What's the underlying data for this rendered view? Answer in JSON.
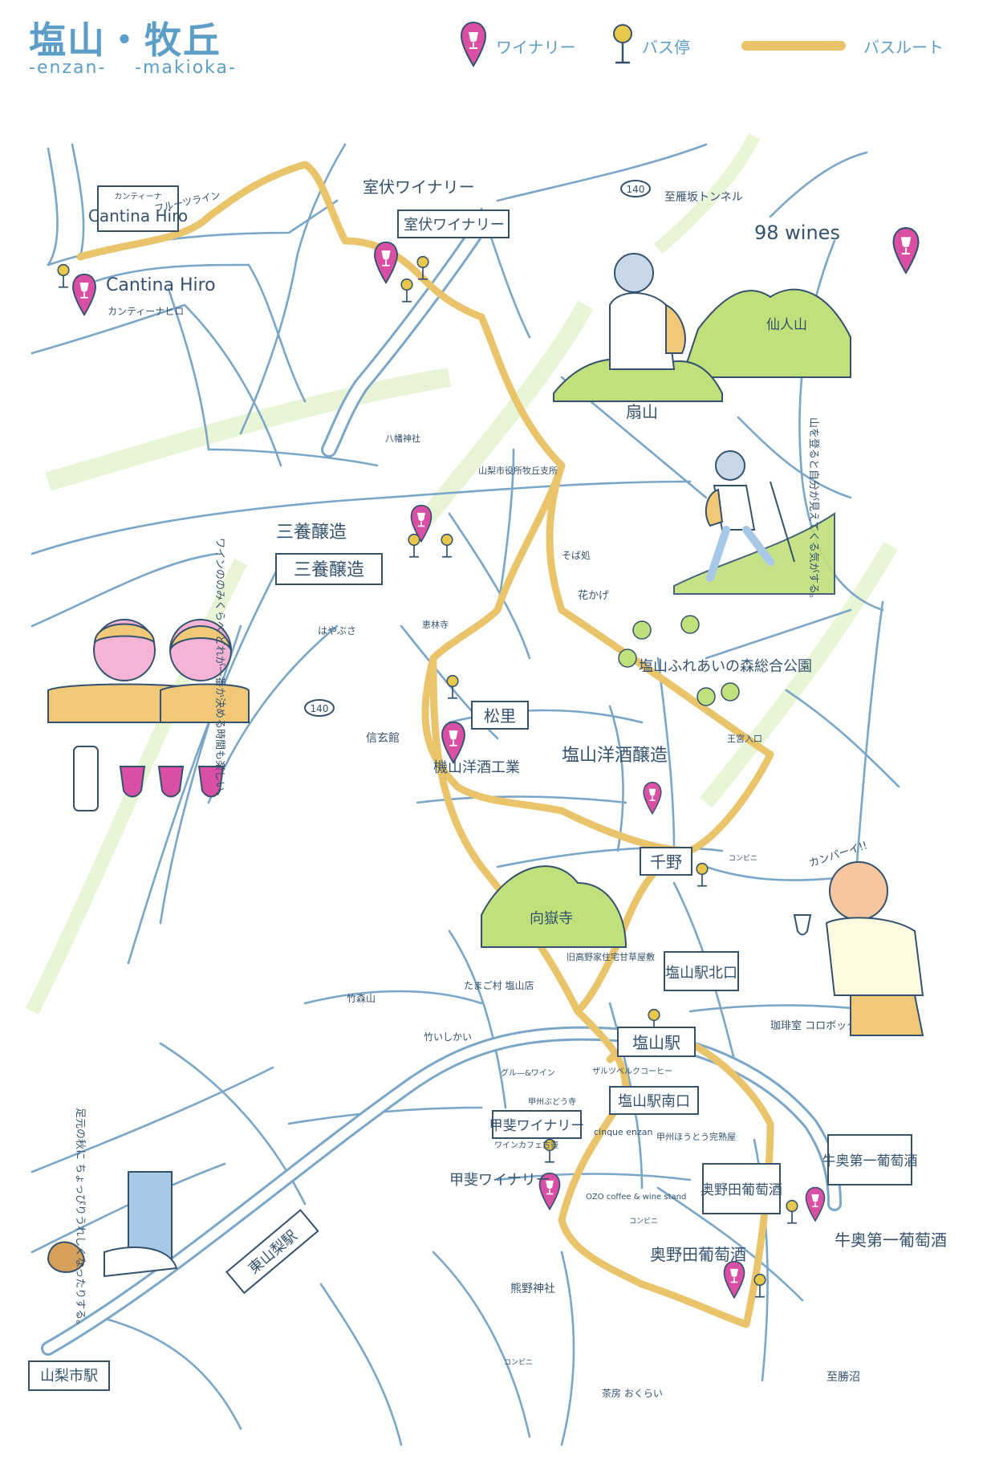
{
  "title": "塩山・牧丘",
  "subtitle_left": "-enzan-",
  "subtitle_right": "-makioka-",
  "legend": {
    "winery": "ワイナリー",
    "bus_stop": "バス停",
    "bus_route": "バスルート"
  },
  "colors": {
    "winery_pin": "#d94fa3",
    "bus_stop": "#e8c84a",
    "bus_route": "#e9c46a",
    "road": "#7aa6c8",
    "text": "#34526e",
    "green": "#bfe07a"
  },
  "wineries": {
    "cantina_hiro_name": "Cantina Hiro",
    "cantina_hiro_kana": "カンティーナヒロ",
    "cantina_hiro_stop_kana": "カンティーナ",
    "cantina_hiro_stop": "Cantina Hiro",
    "murofushi": "室伏ワイナリー",
    "murofushi_stop": "室伏ワイナリー",
    "wines98": "98 wines",
    "sanyo": "三養醸造",
    "sanyo_stop": "三養醸造",
    "yokoyama": "機山洋酒工業",
    "enzan_yoshu": "塩山洋酒醸造",
    "kai": "甲斐ワイナリー",
    "kai_stop": "甲斐ワイナリー",
    "okunoda": "奥野田葡萄酒",
    "okunoda_stop": "奥野田葡萄酒",
    "ushioku": "牛奥第一葡萄酒",
    "ushioku_stop": "牛奥第一葡萄酒"
  },
  "bus_stops": {
    "matsuzato": "松里",
    "chino": "千野",
    "enzan_north": "塩山駅北口",
    "enzan_south": "塩山駅南口"
  },
  "stations": {
    "enzan": "塩山駅",
    "higashi_yamanashi": "東山梨駅",
    "yamanashishi": "山梨市駅"
  },
  "places": {
    "fruit_line": "フルーツライン",
    "tunnel": "至雁坂トンネル",
    "route140_a": "140",
    "route140_b": "140",
    "senninyama": "仙人山",
    "ougiyama": "扇山",
    "hachiman": "八幡神社",
    "city_office": "山梨市役所牧丘支所",
    "soba": "そば処",
    "hanakayona": "花かげ",
    "forest_park": "塩山ふれあいの森総合公園",
    "hakobaki": "はやぶさ",
    "temple_top": "恵林寺",
    "shingenkan": "信玄館",
    "oumiyairiguchi": "王宮入口",
    "kojin": "向嶽寺",
    "sugyoushitou": "旧高野家住宅甘草屋敷",
    "tamagomura": "たまご村 塩山店",
    "enzan_hill": "竹森山",
    "itabashi": "竹いしかい",
    "kissa_korobokkuru": "珈琲室 コロボックル",
    "gru_wine": "グル―&ワイン",
    "zarutubeld": "ザルツベルクコーヒー",
    "kai_kurayagi": "甲州ぶどう寺",
    "wine_cafe": "ワインカフェ古壺",
    "cinque": "cinque enzan",
    "houtou": "甲州ほうとう完熟屋",
    "ozo_coffee": "OZO coffee & wine stand",
    "convenience_1": "コンビニ",
    "convenience_2": "コンビニ",
    "convenience_3": "コンビニ",
    "kumano": "熊野神社",
    "cafe_okura": "茶房 おくらい",
    "katsunuma": "至勝沼"
  },
  "illustrations": {
    "hiker_text": "山を登ると自分が見えてくる気がする。",
    "tasting_text": "ワインののみくらべ どれが一番か決める時間も楽しい。",
    "kanpai": "カンパーイ!!",
    "autumn_text": "足元の秋に ちょっぴりうれしくなったりする。"
  }
}
